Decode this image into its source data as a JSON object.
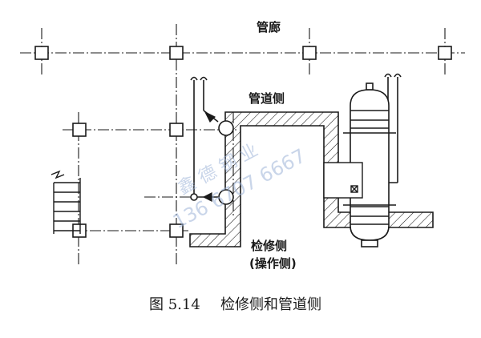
{
  "labels": {
    "pipe_rack": "管廊",
    "pipe_side": "管道侧",
    "maint_side": "检修侧",
    "operation_side": "(操作侧)"
  },
  "caption": {
    "figure_number": "图 5.14",
    "title": "检修侧和管道侧"
  },
  "watermark": {
    "company": "鑫 德 钢 业",
    "phone": "136 6707 6667"
  },
  "colors": {
    "line": "#1a1a1a",
    "watermark": "#9db4d8",
    "background": "#ffffff"
  }
}
